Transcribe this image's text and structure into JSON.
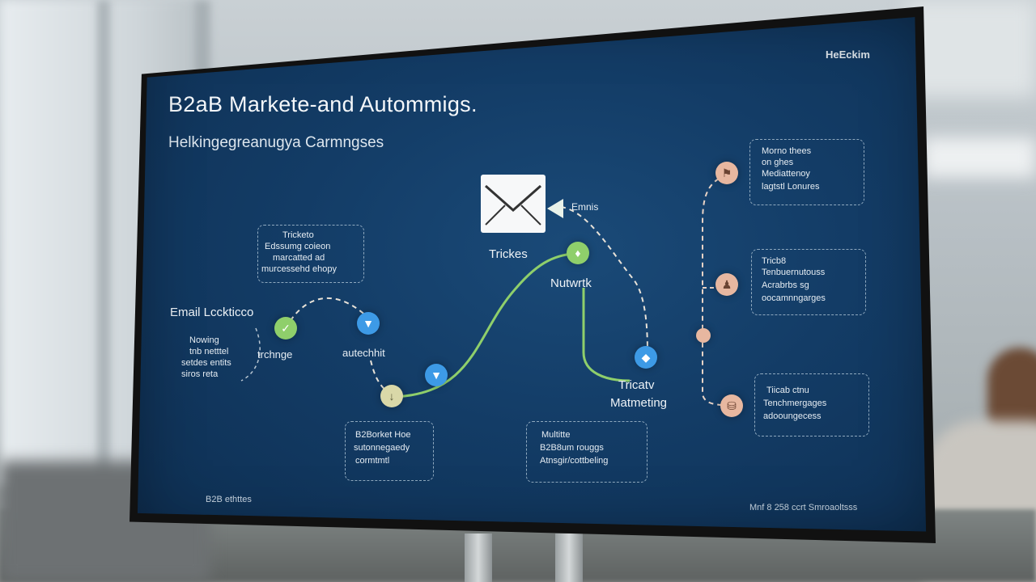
{
  "screen": {
    "brand": "HeEckim",
    "title": "B2aB Markete-and Autommigs.",
    "subtitle": "Helkingegreanugya  Carmngses",
    "envelope_label": "Emnis",
    "tricks_label": "Trickes",
    "nutwrtk_label": "Nutwrtk",
    "email_label": "Email Lcckticco",
    "trchnge_label": "trchnge",
    "autechhit_label": "autechhit",
    "marketing_title": "Tricatv",
    "marketing_sub": "Matmeting",
    "box_top_left": [
      "Tricketo",
      "Edssumg coieon",
      "marcatted ad",
      "murcessehd ehopy"
    ],
    "box_left": [
      "Nowing",
      "tnb netttel",
      "setdes entits",
      "siros reta"
    ],
    "box_bottom_left": [
      "B2Borket Hoe",
      "sutonnegaedy",
      "cormtmtl"
    ],
    "box_bottom_center": [
      "Multitte",
      "B2B8um rouggs",
      "Atnsgir/cottbeling"
    ],
    "box_right_1": [
      "Morno thees",
      "on ghes",
      "Mediattenoy",
      "lagtstl Lonures"
    ],
    "box_right_2": [
      "Tricb8",
      "Tenbuernutouss",
      "Acrabrbs sg",
      "oocamnngarges"
    ],
    "box_right_3": [
      "Tiicab ctnu",
      "Tenchmergages",
      "adooungecess"
    ],
    "footer_left": "B2B ethttes",
    "footer_right": "Mnf  8  258  ccrt  Smroaoltsss"
  },
  "colors": {
    "screen_bg": "#133c66",
    "green_line": "#8fcf6b",
    "dashed_line": "#e8e2d8",
    "node_blue": "#3d9ae6",
    "node_peach": "#e7b7a0"
  },
  "icons": [
    "envelope-icon",
    "lightbulb-icon",
    "download-icon",
    "megaphone-icon",
    "target-icon"
  ]
}
